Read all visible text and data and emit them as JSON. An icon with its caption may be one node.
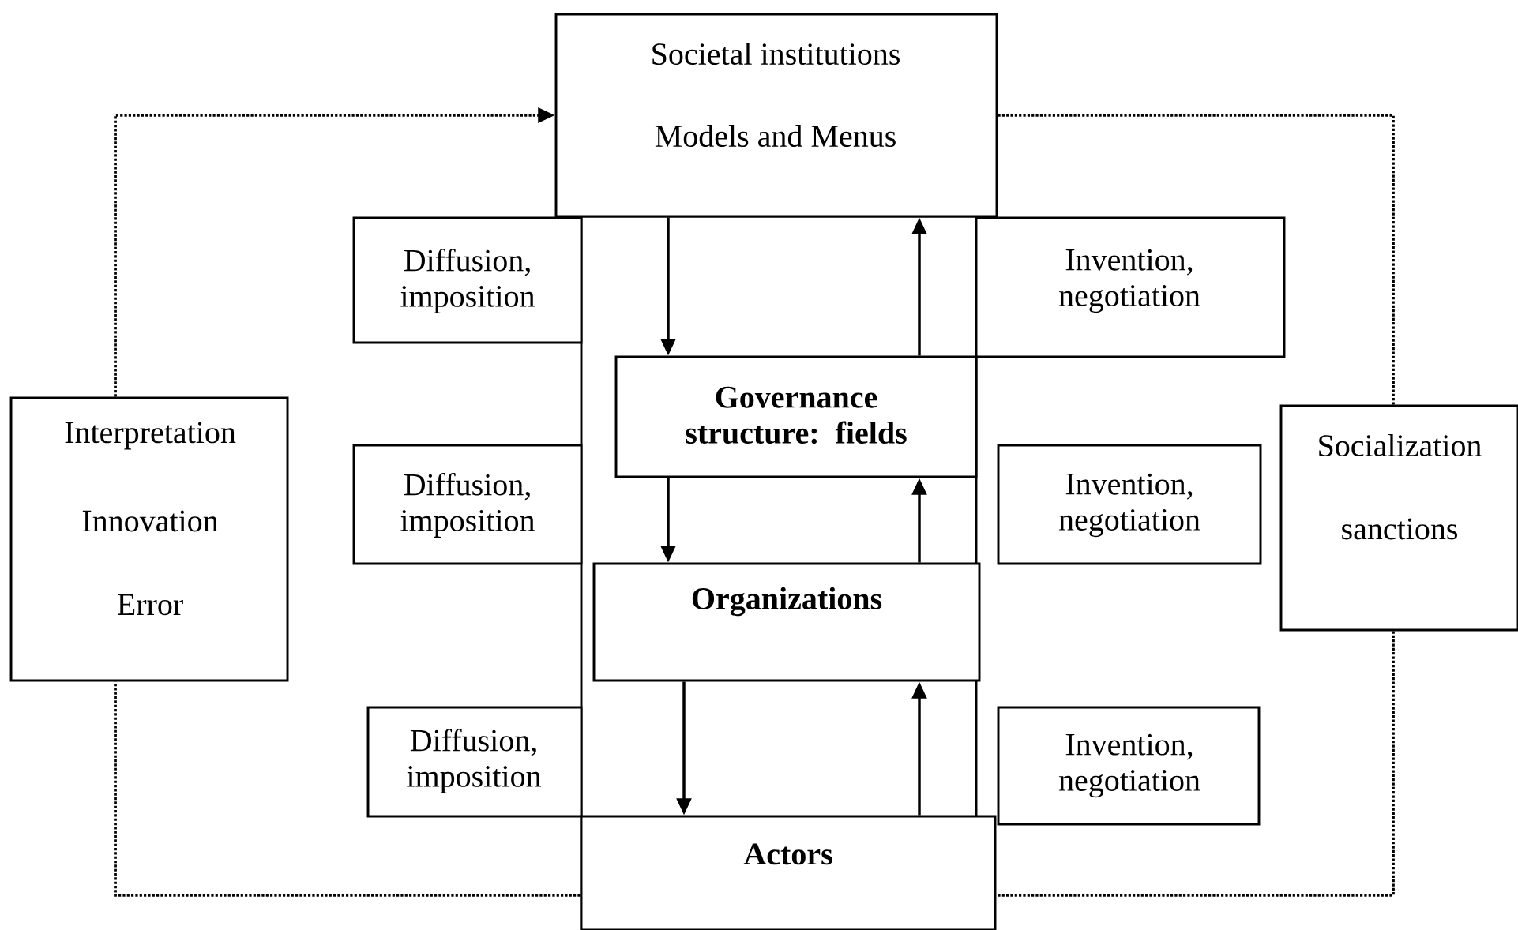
{
  "diagram": {
    "nodes": [
      {
        "text": [
          "Societal institutions",
          "Models and Menus"
        ]
      },
      {
        "text": [
          "Diffusion, imposition"
        ]
      },
      {
        "text": [
          "Invention, negotiation"
        ]
      },
      {
        "text": [
          "Governance structure: fields"
        ]
      },
      {
        "text": [
          "Interpretation",
          "Innovation",
          "Error"
        ]
      },
      {
        "text": [
          "Socialization",
          "sanctions"
        ]
      },
      {
        "text": [
          "Diffusion, imposition"
        ]
      },
      {
        "text": [
          "Invention, negotiation"
        ]
      },
      {
        "text": [
          "Organizations"
        ]
      },
      {
        "text": [
          "Diffusion, imposition"
        ]
      },
      {
        "text": [
          "Invention, negotiation"
        ]
      },
      {
        "text": [
          "Actors"
        ]
      }
    ],
    "edges": [
      {
        "from": 0,
        "to": 3,
        "arrow": "to"
      },
      {
        "from": 3,
        "to": 0,
        "arrow": "to"
      },
      {
        "from": 3,
        "to": 8,
        "arrow": "to"
      },
      {
        "from": 8,
        "to": 3,
        "arrow": "to"
      },
      {
        "from": 8,
        "to": 11,
        "arrow": "to"
      },
      {
        "from": 11,
        "to": 8,
        "arrow": "to"
      },
      {
        "from": 4,
        "to": 0,
        "arrow": "to",
        "style": "dashed"
      },
      {
        "from": 0,
        "to": 5,
        "arrow": "none",
        "style": "dashed"
      },
      {
        "from": 5,
        "to": 11,
        "arrow": "none",
        "style": "dashed"
      },
      {
        "from": 11,
        "to": 4,
        "arrow": "none",
        "style": "dashed"
      }
    ]
  }
}
